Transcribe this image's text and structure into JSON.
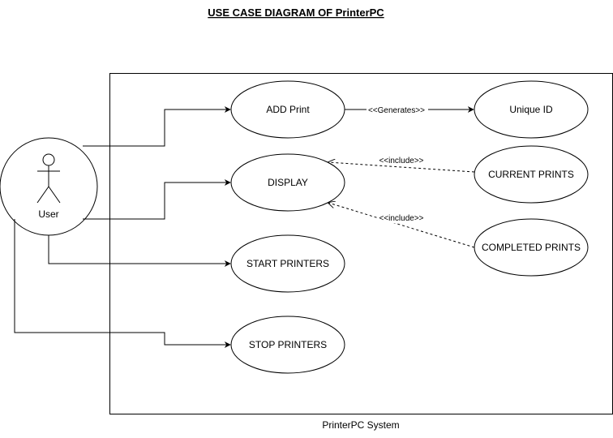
{
  "title": "USE CASE DIAGRAM OF PrinterPC",
  "system": {
    "label": "PrinterPC System"
  },
  "actor": {
    "label": "User"
  },
  "use_cases": {
    "add_print": "ADD Print",
    "unique_id": "Unique ID",
    "display": "DISPLAY",
    "current_prints": "CURRENT PRINTS",
    "completed_prints": "COMPLETED PRINTS",
    "start_printers": "START PRINTERS",
    "stop_printers": "STOP PRINTERS"
  },
  "relations": {
    "generates": "<<Generates>>",
    "include_current": "<<include>>",
    "include_completed": "<<include>>"
  }
}
